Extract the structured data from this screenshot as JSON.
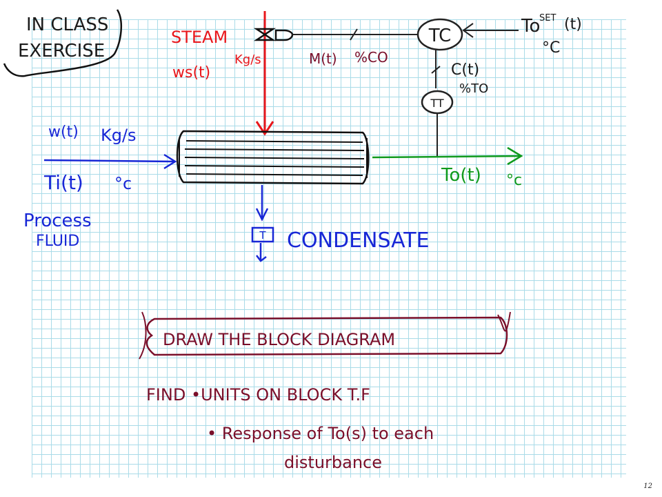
{
  "header": {
    "line1": "IN CLASS",
    "line2": "EXERCISE"
  },
  "steam": {
    "label": "STEAM",
    "flow": "ws(t)",
    "units": "Kg/s"
  },
  "process": {
    "flow": "w(t)",
    "flow_units": "Kg/s",
    "inlet_temp": "Ti(t)",
    "temp_units": "°c",
    "name_line1": "Process",
    "name_line2": "FLUID"
  },
  "outlet": {
    "temp": "To(t)",
    "units": "°c"
  },
  "control": {
    "controller": "TC",
    "transmitter": "TT",
    "controller_output": "M(t)",
    "controller_output_units": "%CO",
    "measured": "C(t)",
    "measured_units": "%TO",
    "setpoint": "To",
    "setpoint_sup": "SET",
    "setpoint_t": "(t)",
    "setpoint_units": "°C"
  },
  "trap": {
    "label": "T",
    "outflow": "CONDENSATE"
  },
  "task": {
    "banner": "DRAW THE BLOCK DIAGRAM",
    "line1": "FIND •UNITS ON BLOCK T.F",
    "line2": "• Response of To(s) to each",
    "line3": "disturbance"
  },
  "page_number": "12",
  "colors": {
    "grid": "#a9dbe8",
    "steam": "#e8161b",
    "process": "#1727d6",
    "outlet": "#0f9a1d",
    "control": "#7a0f2a",
    "text": "#1a1a1a"
  }
}
